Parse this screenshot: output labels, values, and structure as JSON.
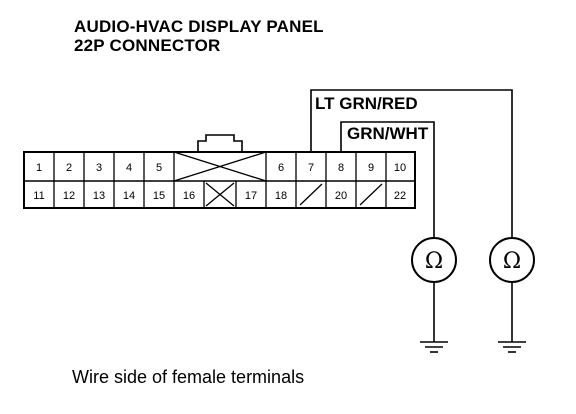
{
  "title": {
    "line1": "AUDIO-HVAC DISPLAY PANEL",
    "line2": "22P CONNECTOR"
  },
  "wires": {
    "outer": "LT GRN/RED",
    "inner": "GRN/WHT"
  },
  "connector": {
    "top_row": [
      "1",
      "2",
      "3",
      "4",
      "5",
      "",
      "6",
      "7",
      "8",
      "9",
      "10"
    ],
    "bottom_row": [
      "11",
      "12",
      "13",
      "14",
      "15",
      "16",
      "",
      "17",
      "18",
      "",
      "20",
      "",
      "22"
    ]
  },
  "meters": [
    {
      "symbol": "Ω"
    },
    {
      "symbol": "Ω"
    }
  ],
  "caption": "Wire side of female terminals"
}
